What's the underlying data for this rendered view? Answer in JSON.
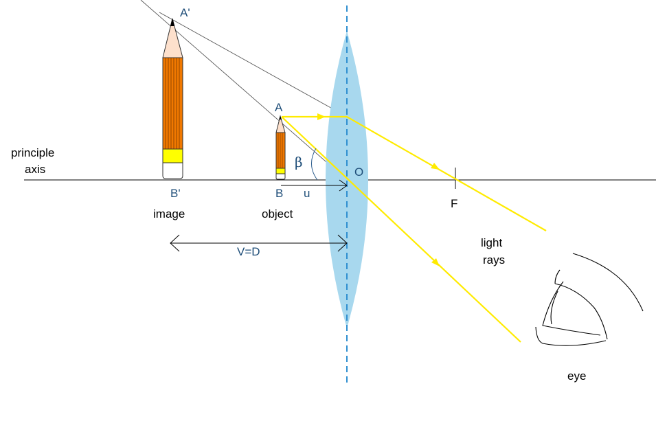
{
  "labels": {
    "principle_axis_line1": "principle",
    "principle_axis_line2": "axis",
    "image_top": "A'",
    "image_base": "B'",
    "image_caption": "image",
    "object_top": "A",
    "object_base": "B",
    "object_caption": "object",
    "angle": "β",
    "object_distance": "u",
    "optical_center": "O",
    "focal_point": "F",
    "image_distance": "V=D",
    "light_rays_line1": "light",
    "light_rays_line2": "rays",
    "eye_caption": "eye"
  },
  "colors": {
    "lens_fill": "#a8d8ee",
    "lens_axis": "#2f8fd0",
    "ray": "#ffeb00",
    "pencil_body": "#f07800",
    "pencil_tip": "#fde0cc",
    "pencil_band": "#ffff00",
    "label_blue": "#1f4e79"
  }
}
